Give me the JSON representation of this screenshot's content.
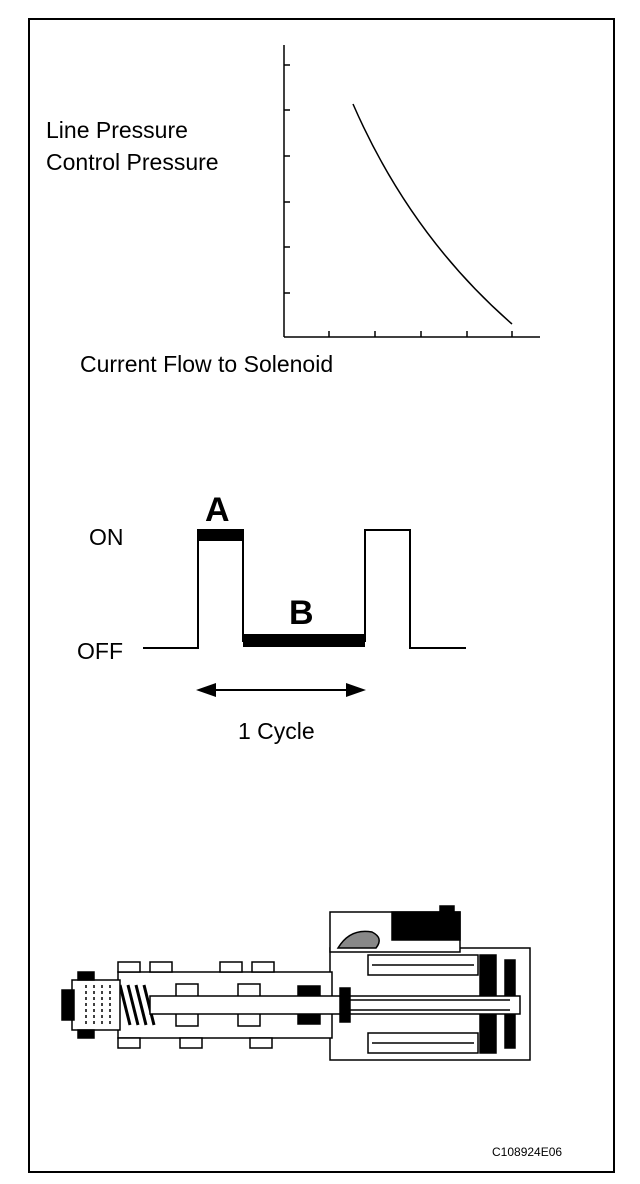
{
  "graph": {
    "y_label_line1": "Line Pressure",
    "y_label_line2": "Control Pressure",
    "x_label": "Current Flow to Solenoid"
  },
  "duty_cycle": {
    "on_label": "ON",
    "off_label": "OFF",
    "segment_a_label": "A",
    "segment_b_label": "B",
    "cycle_label": "1 Cycle"
  },
  "solenoid": {
    "icon": "solenoid-valve-cutaway-icon"
  },
  "figure_code": "C108924E06"
}
